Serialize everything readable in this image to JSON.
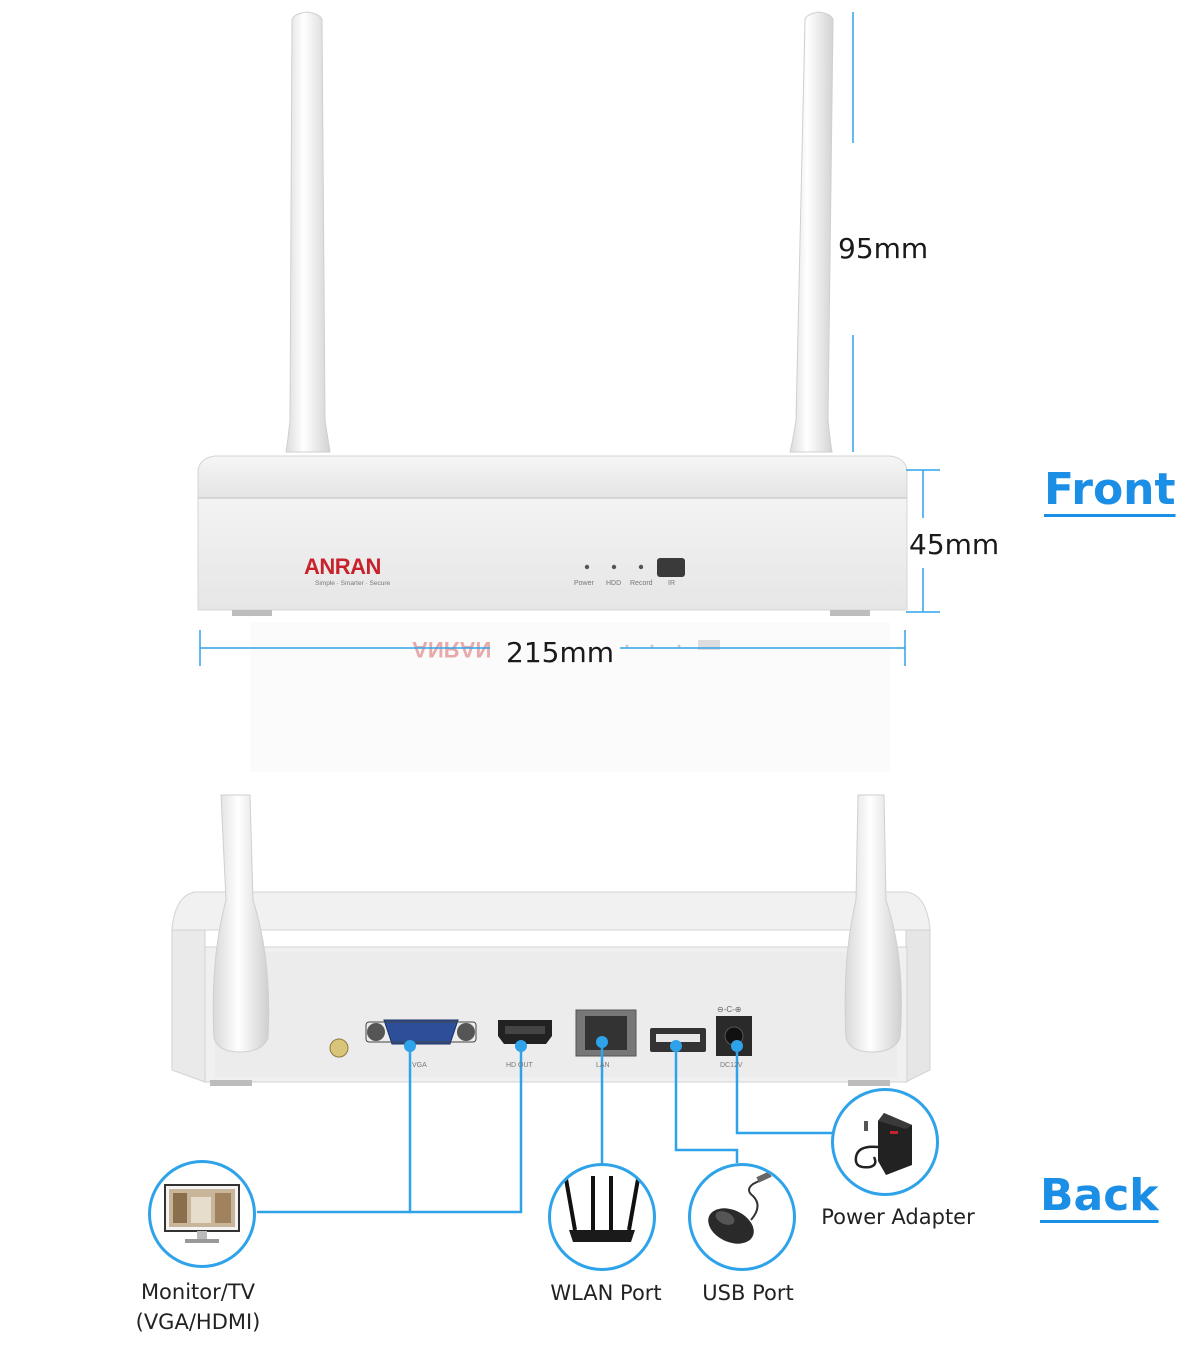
{
  "dimensions": {
    "antenna_height": "95mm",
    "box_height": "45mm",
    "box_width": "215mm"
  },
  "views": {
    "front": "Front",
    "back": "Back"
  },
  "front_panel": {
    "brand": "ANRAN",
    "tagline": "Simple · Smarter · Secure",
    "indicators": [
      "Power",
      "HDD",
      "Record",
      "IR"
    ]
  },
  "back_panel": {
    "ports": [
      "VGA",
      "HD OUT",
      "LAN",
      "DC12V"
    ]
  },
  "connections": {
    "monitor_line1": "Monitor/TV",
    "monitor_line2": "(VGA/HDMI)",
    "wlan": "WLAN Port",
    "usb": "USB Port",
    "power": "Power Adapter"
  },
  "colors": {
    "accent": "#1b8fe6",
    "line": "#2ea3ea",
    "brand_red": "#c8232c"
  }
}
